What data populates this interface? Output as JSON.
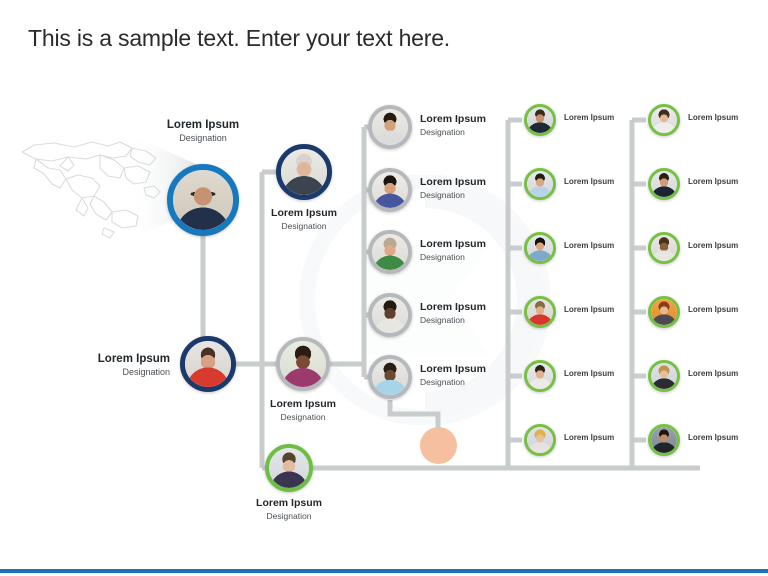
{
  "slide": {
    "title": "This is a sample text. Enter your text here.",
    "accent_color": "#1b72b8",
    "background_color": "#ffffff"
  },
  "colors": {
    "ring_blue": "#1878be",
    "ring_navy": "#1b3a6b",
    "ring_gray": "#b6b9bb",
    "ring_green": "#6cbe45",
    "connector_gray": "#c9cccd",
    "placeholder_peach": "#f6c0a0",
    "map_outline": "#d7dadc"
  },
  "default_labels": {
    "name": "Lorem Ipsum",
    "designation": "Designation"
  },
  "org_chart": {
    "level1": {
      "name": "Lorem Ipsum",
      "designation": "Designation",
      "ring": "blue"
    },
    "level2_left": {
      "name": "Lorem Ipsum",
      "designation": "Designation",
      "ring": "navy"
    },
    "level2_nodes": [
      {
        "name": "Lorem Ipsum",
        "designation": "Designation",
        "ring": "navy"
      },
      {
        "name": "Lorem Ipsum",
        "designation": "Designation",
        "ring": "gray"
      },
      {
        "name": "Lorem Ipsum",
        "designation": "Designation",
        "ring": "green"
      }
    ],
    "level3_nodes": [
      {
        "name": "Lorem Ipsum",
        "designation": "Designation"
      },
      {
        "name": "Lorem Ipsum",
        "designation": "Designation"
      },
      {
        "name": "Lorem Ipsum",
        "designation": "Designation"
      },
      {
        "name": "Lorem Ipsum",
        "designation": "Designation"
      },
      {
        "name": "Lorem Ipsum",
        "designation": "Designation"
      }
    ],
    "placeholder_node": {
      "label": ""
    },
    "level4_nodes": [
      {
        "name": "Lorem Ipsum"
      },
      {
        "name": "Lorem Ipsum"
      },
      {
        "name": "Lorem Ipsum"
      },
      {
        "name": "Lorem Ipsum"
      },
      {
        "name": "Lorem Ipsum"
      },
      {
        "name": "Lorem Ipsum"
      }
    ],
    "level5_nodes": [
      {
        "name": "Lorem Ipsum"
      },
      {
        "name": "Lorem Ipsum"
      },
      {
        "name": "Lorem Ipsum"
      },
      {
        "name": "Lorem Ipsum"
      },
      {
        "name": "Lorem Ipsum"
      },
      {
        "name": "Lorem Ipsum"
      }
    ]
  }
}
